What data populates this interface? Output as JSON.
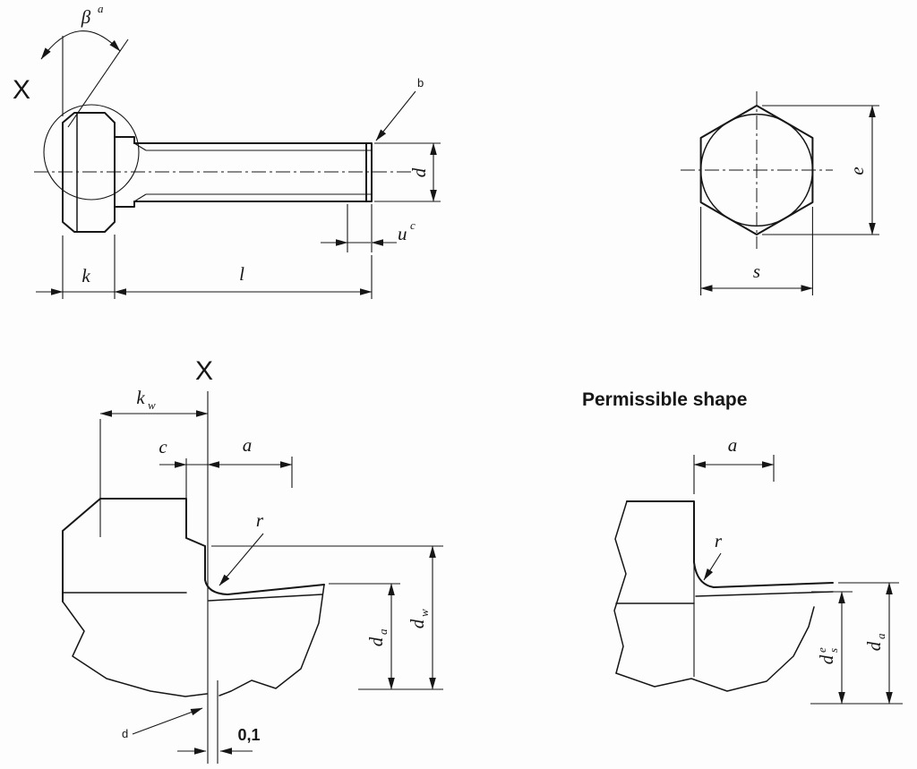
{
  "drawing": {
    "line_color": "#161616",
    "background": "#fdfdfd",
    "side_view": {
      "angle": "β",
      "angle_sup": "a",
      "detail_marker": "X",
      "ref_b": "b",
      "dia": "d",
      "runout": "u",
      "runout_sup": "c",
      "head_height": "k",
      "length": "l"
    },
    "end_view": {
      "across_corners": "e",
      "across_flats": "s"
    },
    "detail_x": {
      "title": "X",
      "wrench_height": "k",
      "wrench_height_sub": "w",
      "washer_thickness": "c",
      "transition_len": "a",
      "fillet_radius": "r",
      "transition_dia": "d",
      "transition_dia_sub": "a",
      "bearing_dia": "d",
      "bearing_dia_sub": "w",
      "datum_ref": "d",
      "offset": "0,1"
    },
    "permissible": {
      "title": "Permissible shape",
      "transition_len": "a",
      "fillet_radius": "r",
      "shank_dia": "d",
      "shank_dia_sub": "s",
      "shank_dia_sup": "e",
      "transition_dia": "d",
      "transition_dia_sub": "a"
    }
  }
}
